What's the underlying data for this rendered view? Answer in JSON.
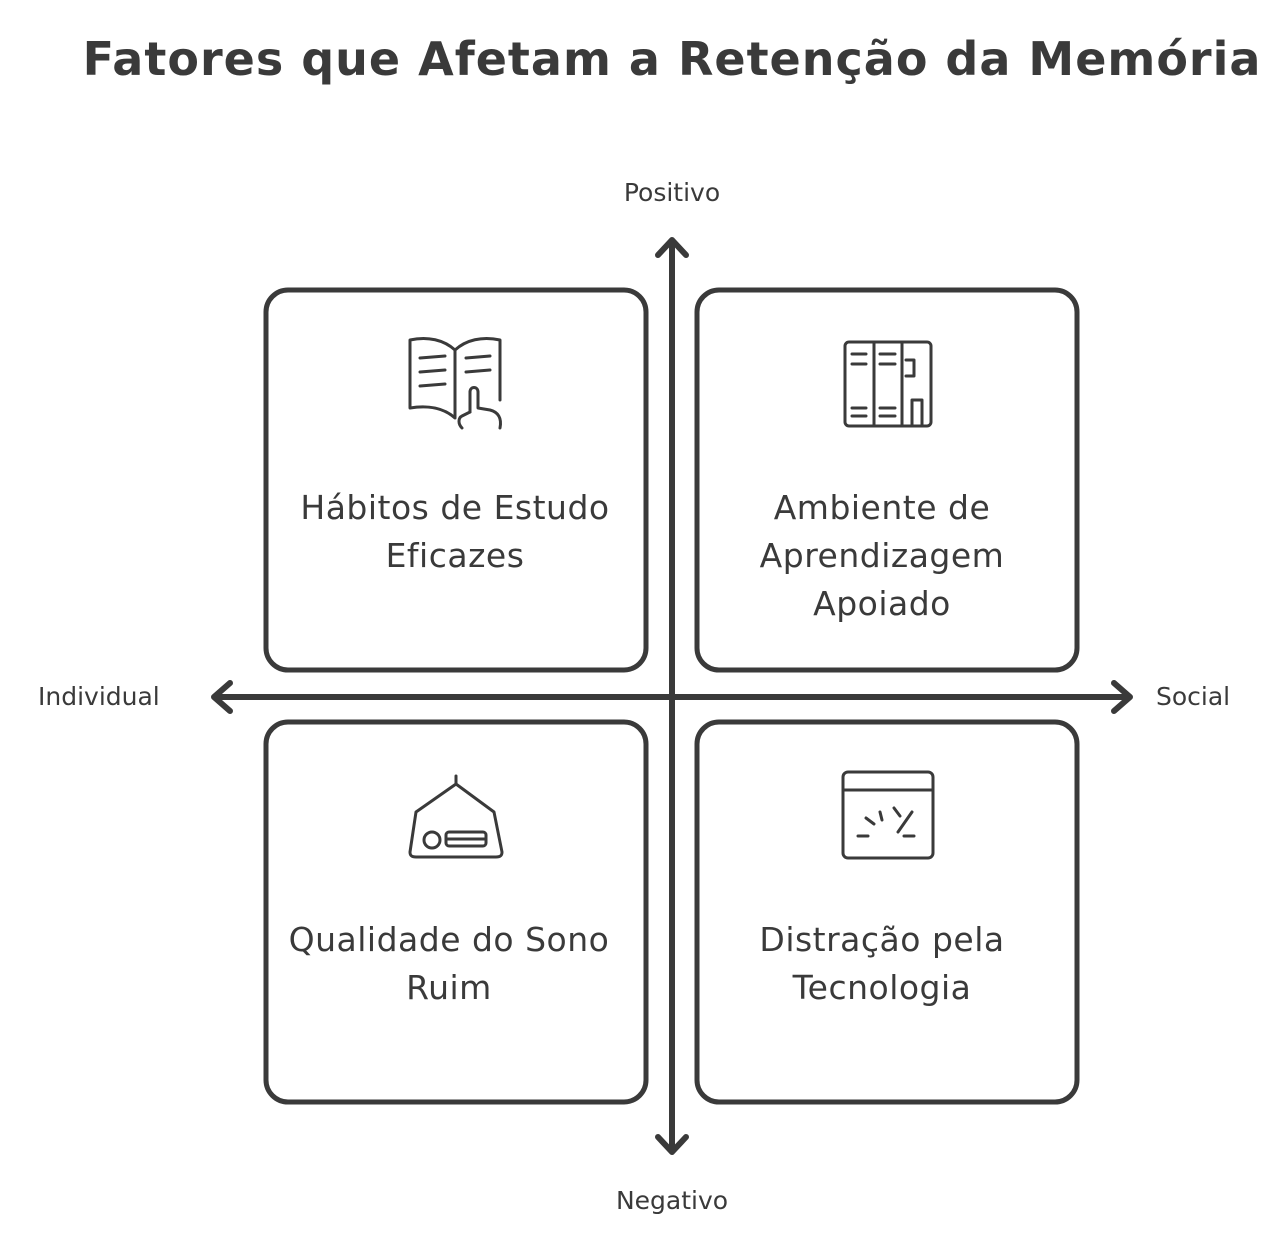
{
  "title": "Fatores que Afetam a Retenção da Memória",
  "axes": {
    "top": "Positivo",
    "bottom": "Negativo",
    "left": "Individual",
    "right": "Social"
  },
  "quadrants": {
    "top_left": {
      "label": "Hábitos de Estudo Eficazes",
      "icon": "open-book-hand-icon"
    },
    "top_right": {
      "label": "Ambiente de Aprendizagem Apoiado",
      "icon": "bookshelf-icon"
    },
    "bottom_left": {
      "label": "Qualidade do Sono Ruim",
      "icon": "bed-tent-icon"
    },
    "bottom_right": {
      "label": "Distração pela Tecnologia",
      "icon": "broken-screen-icon"
    }
  },
  "colors": {
    "stroke": "#3a3a3a",
    "background": "#ffffff"
  }
}
